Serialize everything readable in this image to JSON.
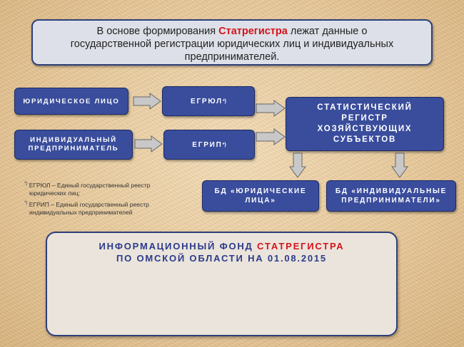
{
  "header": {
    "line1_before": "В основе формирования ",
    "line1_highlight": "Статрегистра",
    "line1_after": " лежат данные о",
    "line2": "государственной регистрации юридических лиц и индивидуальных",
    "line3": "предпринимателей."
  },
  "boxes": {
    "legal_entity": "ЮРИДИЧЕСКОЕ ЛИЦО",
    "individual_line1": "ИНДИВИДУАЛЬНЫЙ",
    "individual_line2": "ПРЕДПРИНИМАТЕЛЬ",
    "egrul": "ЕГРЮЛ",
    "egrul_mark": "*)",
    "egrip": "ЕГРИП",
    "egrip_mark": "*)",
    "register_line1": "СТАТИСТИЧЕСКИЙ",
    "register_line2": "РЕГИСТР",
    "register_line3": "ХОЗЯЙСТВУЮЩИХ",
    "register_line4": "СУБЪЕКТОВ",
    "db_legal_line1": "БД «ЮРИДИЧЕСКИЕ",
    "db_legal_line2": "ЛИЦА»",
    "db_ip_line1": "БД «ИНДИВИДУАЛЬНЫЕ",
    "db_ip_line2": "ПРЕДПРИНИМАТЕЛИ»"
  },
  "footnotes": {
    "mark1": "*)",
    "egrul_line1": "ЕГРЮЛ – Единый государственный реестр",
    "egrul_line2": "юридических лиц;",
    "mark2": "*)",
    "egrip_line1": "ЕГРИП – Единый государственный реестр",
    "egrip_line2": "индивидуальных предпринимателей"
  },
  "fund": {
    "line1_before": "ИНФОРМАЦИОННЫЙ ФОНД ",
    "line1_highlight": "СТАТРЕГИСТРА",
    "line2": "ПО ОМСКОЙ ОБЛАСТИ НА 01.08.2015"
  },
  "colors": {
    "box_fill": "#3a4d9c",
    "accent_red": "#d4141b",
    "arrow_fill": "#c8c8c8",
    "title_blue": "#2c3b8a"
  }
}
